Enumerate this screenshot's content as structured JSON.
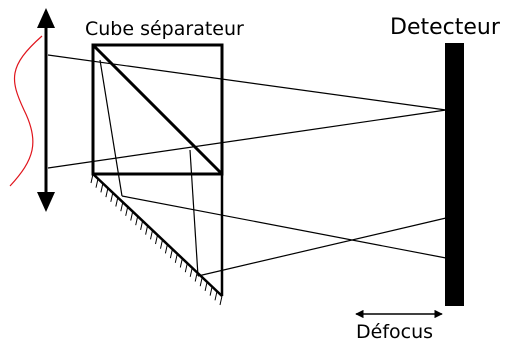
{
  "labels": {
    "cube": "Cube séparateur",
    "detector": "Detecteur",
    "defocus": "Défocus"
  },
  "colors": {
    "ink": "#000000",
    "wavefront": "#e0141c",
    "background": "#ffffff"
  },
  "icons": {
    "lens": "double-arrow-lens",
    "defocus": "double-arrow"
  }
}
